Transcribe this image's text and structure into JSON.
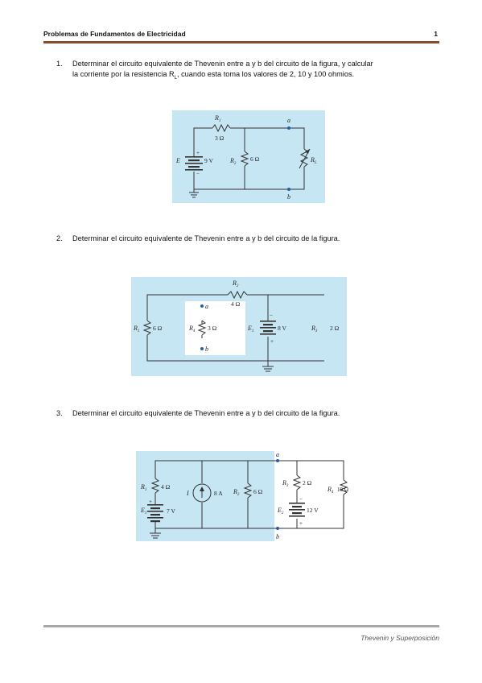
{
  "header": {
    "title": "Problemas de Fundamentos de Electricidad",
    "page_number": "1"
  },
  "problems": [
    {
      "number": "1.",
      "line1": "Determinar el circuito equivalente de Thevenin entre a y b del circuito de la figura, y calcular",
      "line2_pre": "la corriente por la resistencia R",
      "line2_sub": "L",
      "line2_post": ", cuando esta toma los valores de 2, 10 y 100 ohmios.",
      "figure": {
        "r1_name": "R",
        "r1_sub": "1",
        "r1_value": "3 Ω",
        "source_name": "E",
        "source_value": "9 V",
        "r2_name": "R",
        "r2_sub": "2",
        "r2_value": "6 Ω",
        "rl_name": "R",
        "rl_sub": "L",
        "terminal_a": "a",
        "terminal_b": "b",
        "plus": "+",
        "minus": "−"
      }
    },
    {
      "number": "2.",
      "text": "Determinar el circuito equivalente de Thevenin entre a y b del circuito de la figura.",
      "figure": {
        "r2_name": "R",
        "r2_sub": "2",
        "r2_value": "4 Ω",
        "r1_name": "R",
        "r1_sub": "1",
        "r1_value": "6 Ω",
        "r4_name": "R",
        "r4_sub": "4",
        "r4_value": "3 Ω",
        "e1_name": "E",
        "e1_sub": "1",
        "e1_value": "8 V",
        "r3_name": "R",
        "r3_sub": "3",
        "r3_value": "2 Ω",
        "terminal_a": "a",
        "terminal_b": "b",
        "plus": "+",
        "minus": "−"
      }
    },
    {
      "number": "3.",
      "text": "Determinar el circuito equivalente de Thevenin entre a y b del circuito de la figura.",
      "figure": {
        "r1_name": "R",
        "r1_sub": "1",
        "r1_value": "4 Ω",
        "e1_name": "E",
        "e1_sub": "1",
        "e1_value": "7 V",
        "i_name": "I",
        "i_value": "8 A",
        "r2_name": "R",
        "r2_sub": "2",
        "r2_value": "6 Ω",
        "r3_name": "R",
        "r3_sub": "3",
        "r3_value": "2 Ω",
        "e2_name": "E",
        "e2_sub": "2",
        "e2_value": "12 V",
        "r4_name": "R",
        "r4_sub": "4",
        "r4_value": "10 Ω",
        "terminal_a": "a",
        "terminal_b": "b",
        "plus": "+",
        "minus": "−"
      }
    }
  ],
  "footer": {
    "text": "Thevenin y Superposición"
  },
  "colors": {
    "rule_top": "#8a4b2c",
    "rule_bottom": "#a8a8a8",
    "figure_fill": "#c7e6f4",
    "node_dot": "#1f5fae"
  }
}
